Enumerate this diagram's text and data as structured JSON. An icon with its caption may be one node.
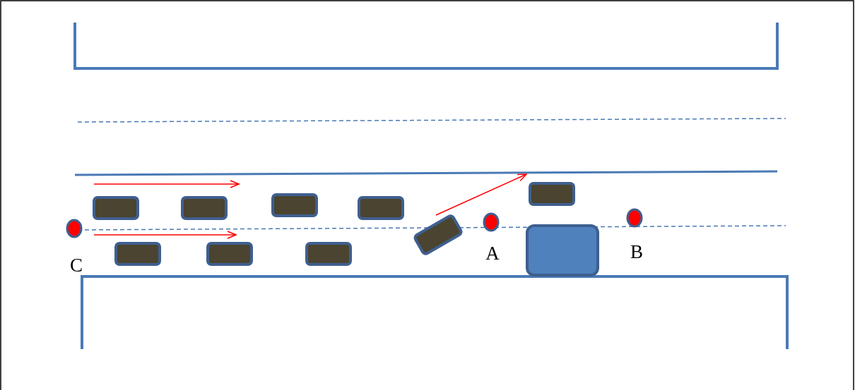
{
  "diagram": {
    "nodes": [
      {
        "text": [],
        "shape": "box"
      }
    ],
    "labels": [
      "C",
      "A",
      "B"
    ]
  }
}
